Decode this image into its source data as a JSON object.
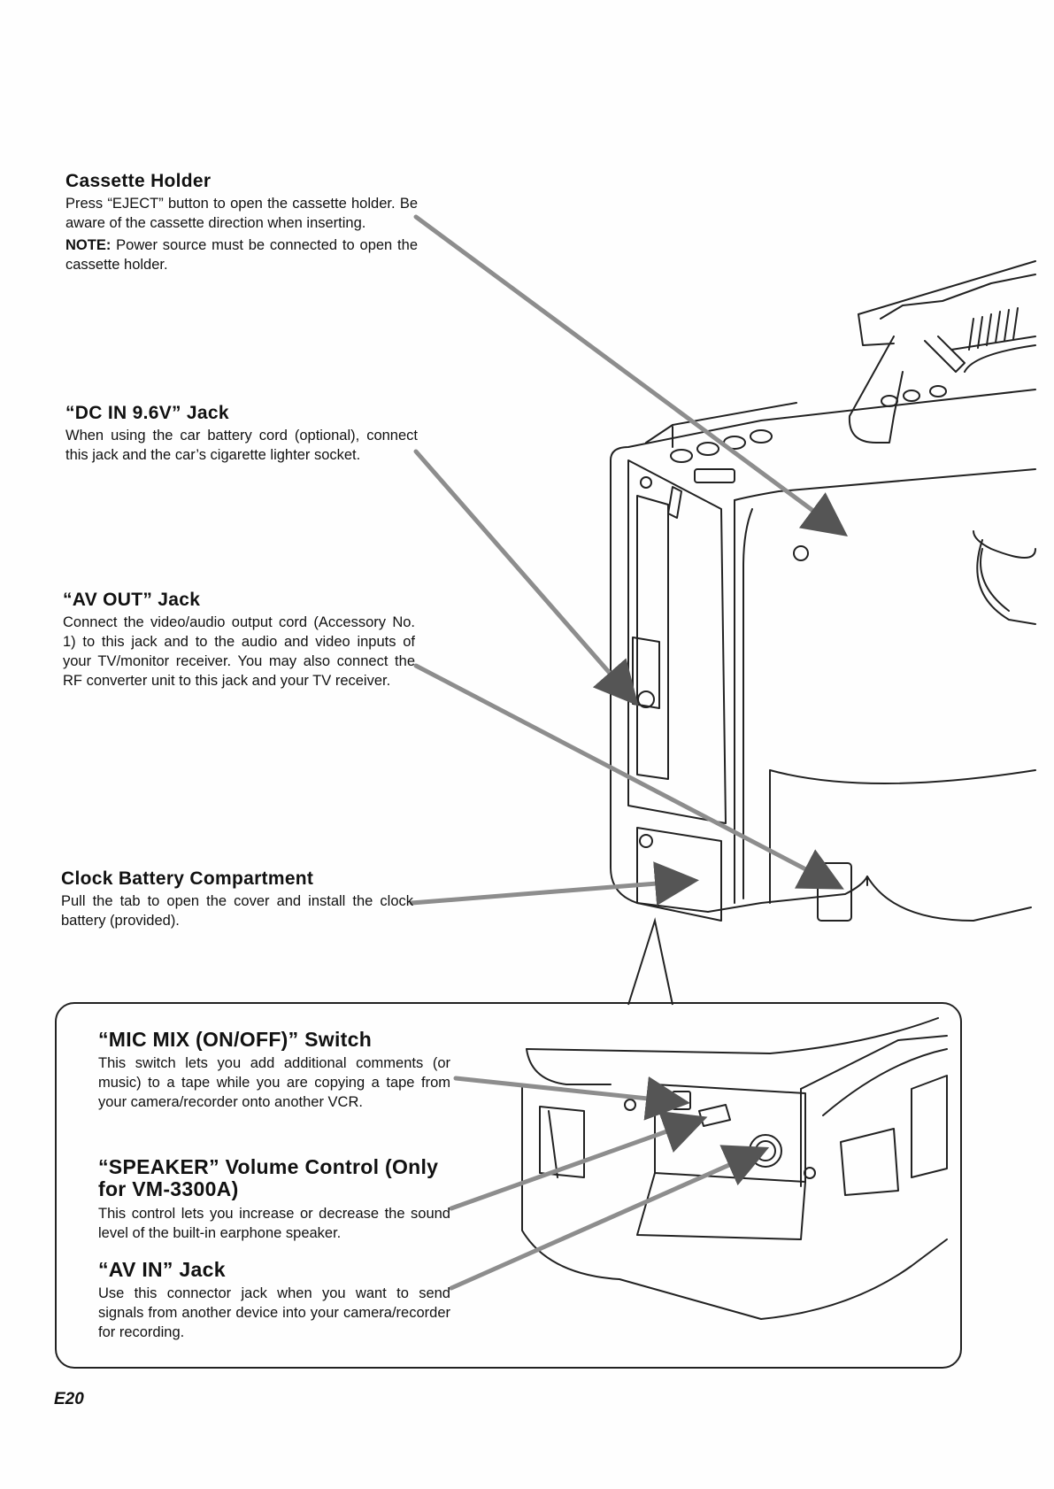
{
  "sections": {
    "cassette": {
      "title": "Cassette Holder",
      "body": "Press “EJECT” button to open the cassette holder. Be aware of the cassette direction when inserting.",
      "note_label": "NOTE:",
      "note_text": " Power source must be connected to open the cassette holder."
    },
    "dc_in": {
      "title": "“DC IN 9.6V” Jack",
      "body": "When using the car battery cord (optional), connect this jack and the car’s cigarette lighter socket."
    },
    "av_out": {
      "title": "“AV OUT” Jack",
      "body": "Connect the video/audio output cord (Accessory No. 1) to this jack and to the audio and video inputs of your TV/monitor receiver. You may also connect the RF converter unit to this jack and your TV receiver."
    },
    "clock_battery": {
      "title": "Clock Battery Compartment",
      "body": "Pull the tab to open the cover and install the clock battery (provided)."
    },
    "mic_mix": {
      "title": "“MIC MIX (ON/OFF)” Switch",
      "body": "This switch lets you add additional comments (or music) to a tape while you are copying a tape from your camera/recorder onto another VCR."
    },
    "speaker": {
      "title": "“SPEAKER” Volume Control (Only for VM-3300A)",
      "body": "This control lets you increase or decrease the sound level of the built-in earphone speaker."
    },
    "av_in": {
      "title": "“AV IN” Jack",
      "body": "Use this connector jack when you want to send signals from another device into your camera/recorder for recording."
    }
  },
  "folio": "E20"
}
